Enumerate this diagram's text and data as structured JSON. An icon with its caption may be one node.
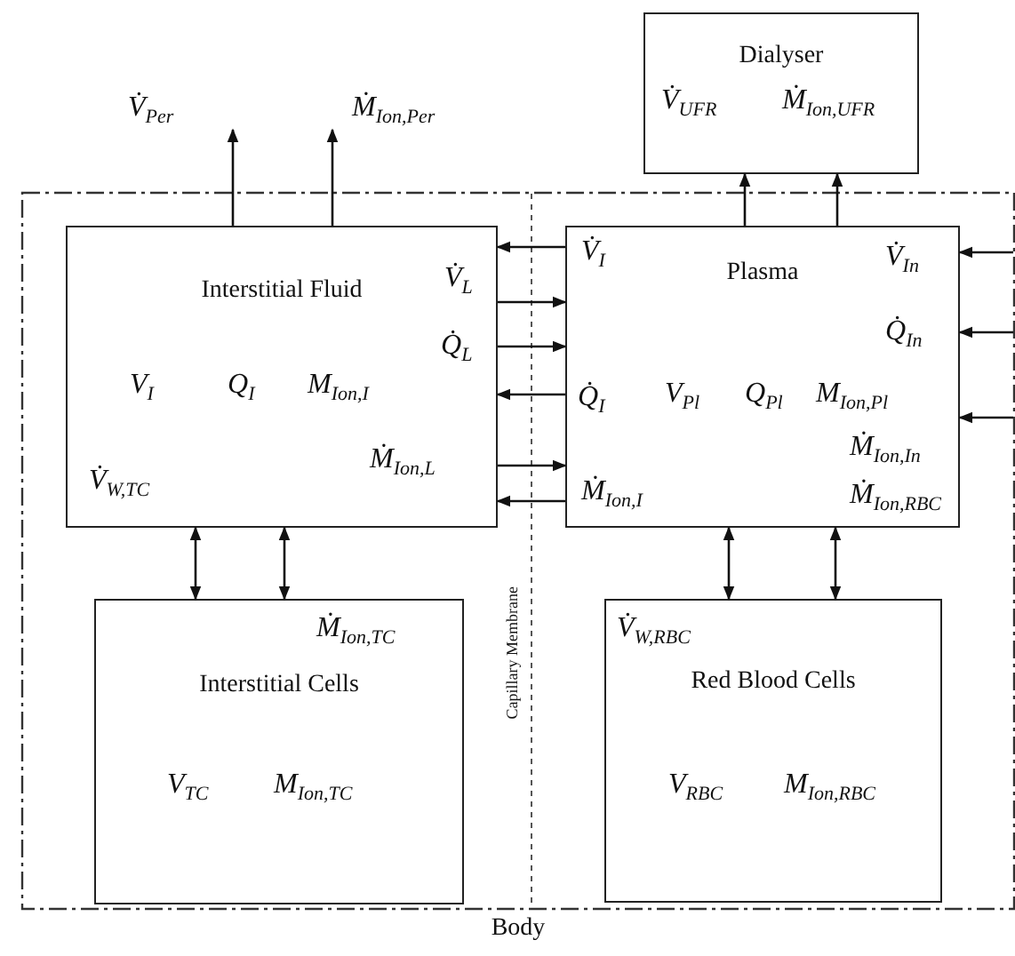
{
  "diagram": {
    "nodes": [
      {
        "text": [
          "Body"
        ]
      },
      {
        "text": [
          "Dialyser"
        ]
      },
      {
        "text": [
          "Interstitial Fluid",
          "V$_{I}$",
          "Q$_{I}$",
          "M$_{Ion,I}$"
        ],
        "in": 0
      },
      {
        "text": [
          "Interstitial Cells",
          "V$_{TC}$",
          "M$_{Ion,TC}$"
        ],
        "in": 0
      },
      {
        "text": [
          "Plasma",
          "V$_{Pl}$",
          "Q$_{Pl}$",
          "M$_{Ion,Pl}$"
        ],
        "in": 0
      },
      {
        "text": [
          "Red Blood Cells",
          "V$_{RBC}$",
          "M$_{Ion,RBC}$"
        ],
        "in": 0
      }
    ],
    "edges": [
      {
        "from": 2,
        "to": null,
        "arrow": "to",
        "label": "V̇$_{Per}$"
      },
      {
        "from": 2,
        "to": null,
        "arrow": "to",
        "label": "Ṁ$_{Ion,Per}$"
      },
      {
        "from": 4,
        "to": 1,
        "arrow": "to",
        "label": "V̇$_{UFR}$"
      },
      {
        "from": 4,
        "to": 1,
        "arrow": "to",
        "label": "Ṁ$_{Ion,UFR}$"
      },
      {
        "from": 4,
        "to": 2,
        "arrow": "to",
        "label": "V̇$_{I}$"
      },
      {
        "from": 2,
        "to": 4,
        "arrow": "to",
        "label": "V̇$_{L}$"
      },
      {
        "from": 2,
        "to": 4,
        "arrow": "to",
        "label": "Q̇$_{L}$"
      },
      {
        "from": 4,
        "to": 2,
        "arrow": "to",
        "label": "Q̇$_{I}$"
      },
      {
        "from": 2,
        "to": 4,
        "arrow": "to",
        "label": "Ṁ$_{Ion,L}$"
      },
      {
        "from": 4,
        "to": 2,
        "arrow": "to",
        "label": "Ṁ$_{Ion,I}$"
      },
      {
        "from": null,
        "to": 4,
        "arrow": "to",
        "label": "V̇$_{In}$"
      },
      {
        "from": null,
        "to": 4,
        "arrow": "to",
        "label": "Q̇$_{In}$"
      },
      {
        "from": null,
        "to": 4,
        "arrow": "to",
        "label": "Ṁ$_{Ion,In}$"
      },
      {
        "from": 2,
        "to": 3,
        "arrow": "both",
        "label": "V̇$_{W,TC}$"
      },
      {
        "from": 2,
        "to": 3,
        "arrow": "both",
        "label": "Ṁ$_{Ion,TC}$"
      },
      {
        "from": 4,
        "to": 5,
        "arrow": "both",
        "label": "V̇$_{W,RBC}$"
      },
      {
        "from": 4,
        "to": 5,
        "arrow": "both",
        "label": "Ṁ$_{Ion,RBC}$"
      }
    ],
    "labels": [
      "Capillary Membrane"
    ]
  }
}
